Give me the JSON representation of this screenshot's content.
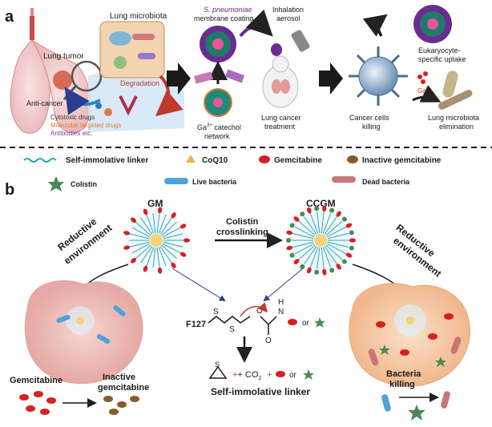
{
  "panel_a": {
    "letter": "a",
    "lung_microbiota": "Lung microbiota",
    "lung_tumor": "Lung tumor",
    "degradation": "Degradation",
    "anti_cancer": "Anti-cancer",
    "drugs": [
      "Cytotoxic drugs",
      "Molecular targeted drugs",
      "Antibodies etc."
    ],
    "s_pneumoniae": "S. pneumoniae",
    "membrane_coating": "membrane coating",
    "inhalation": "Inhalation",
    "aerosol": "aerosol",
    "ga_prefix": "Ga",
    "ga_sup": "3+",
    "catechol": " catechol",
    "network": "network",
    "lung_cancer": "Lung cancer",
    "treatment": "treatment",
    "eukaryocyte": "Eukaryocyte-",
    "specific_uptake": "specific uptake",
    "ga3": "Ga",
    "ga3_sup": "3+",
    "cancer_cells": "Cancer cells",
    "killing": "killing",
    "lung_microbiota_elim": "Lung microbiota",
    "elimination": "elimination"
  },
  "legend": {
    "items": [
      "Self-immolative linker",
      "CoQ10",
      "Gemcitabine",
      "Inactive gemcitabine",
      "Colistin",
      "Live bacteria",
      "Dead bacteria"
    ]
  },
  "panel_b": {
    "letter": "b",
    "gm": "GM",
    "ccgm": "CCGM",
    "colistin": "Colistin",
    "crosslinking": "crosslinking",
    "reductive": "Reductive",
    "environment": "environment",
    "f127": "F127",
    "s": "S",
    "o": "O",
    "h": "H",
    "n": "N",
    "or": "or",
    "co2": "+ CO",
    "co2_sub": "2",
    "plus": "+",
    "or2": "or",
    "self_immolative": "Self-immolative linker",
    "gemcitabine": "Gemcitabine",
    "inactive": "Inactive",
    "gemcitabine2": "gemcitabine",
    "bacteria": "Bacteria",
    "killing": "killing"
  },
  "colors": {
    "gemcitabine": "#d91f1f",
    "inactive": "#8b5a2b",
    "colistin": "#4c8a54",
    "coq10": "#f1b24a",
    "linker": "#2aa7b8",
    "live_bacteria": "#4ea3d8",
    "dead_bacteria": "#c87777",
    "tumor": "#f0c9c4",
    "s_pneumoniae": "#6a2c91",
    "degradation": "#c0392b",
    "drug_orange": "#e07a3e",
    "drug_purple": "#7b3fa0"
  }
}
